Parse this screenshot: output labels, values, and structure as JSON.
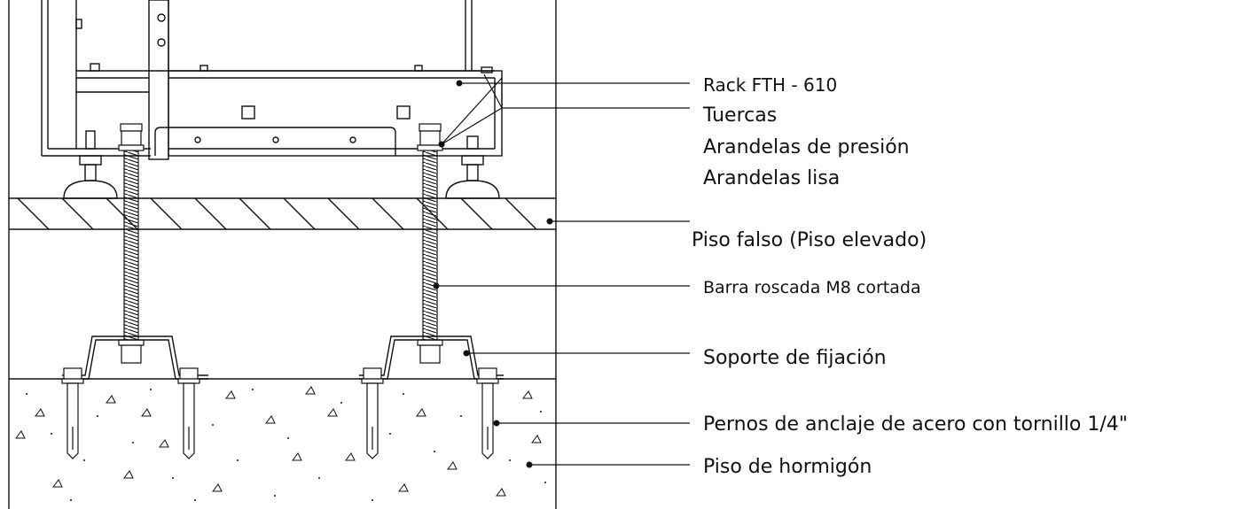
{
  "labels": {
    "rack": "Rack FTH - 610",
    "tuercas": "Tuercas",
    "arandelas_presion": "Arandelas de presión",
    "arandelas_lisa": "Arandelas lisa",
    "piso_falso": "Piso falso (Piso elevado)",
    "barra": "Barra roscada M8 cortada",
    "soporte": "Soporte de fijación",
    "pernos": "Pernos de anclaje de acero con tornillo 1/4\"",
    "hormigon": "Piso de hormigón"
  },
  "colors": {
    "line": "#111111",
    "background": "#ffffff"
  }
}
